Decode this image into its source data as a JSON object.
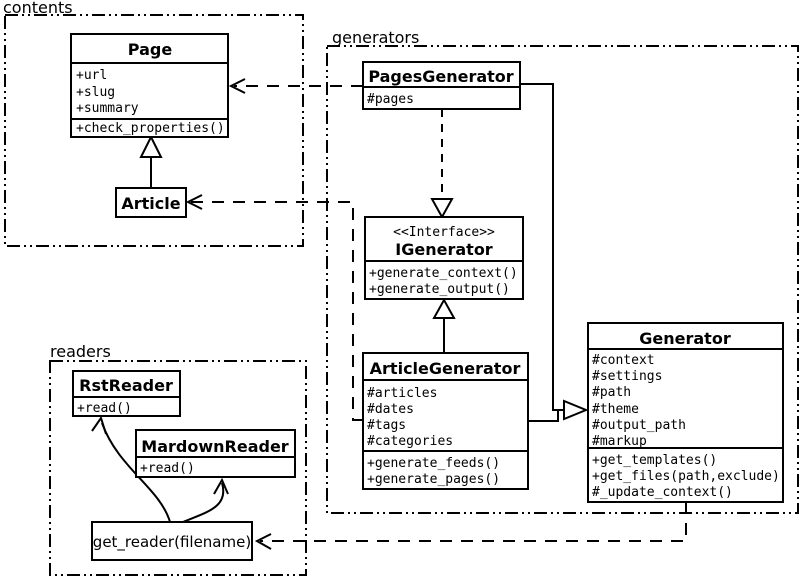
{
  "colors": {
    "background": "#ffffff",
    "line": "#000000",
    "box_fill": "#ffffff"
  },
  "packages": {
    "contents": {
      "label": "contents"
    },
    "generators": {
      "label": "generators"
    },
    "readers": {
      "label": "readers"
    }
  },
  "classes": {
    "page": {
      "name": "Page",
      "attributes": [
        "+url",
        "+slug",
        "+summary"
      ],
      "methods": [
        "+check_properties()"
      ]
    },
    "article": {
      "name": "Article",
      "attributes": [],
      "methods": []
    },
    "pages_generator": {
      "name": "PagesGenerator",
      "attributes": [
        "#pages"
      ],
      "methods": []
    },
    "igenerator": {
      "stereotype": "<<Interface>>",
      "name": "IGenerator",
      "attributes": [],
      "methods": [
        "+generate_context()",
        "+generate_output()"
      ]
    },
    "article_generator": {
      "name": "ArticleGenerator",
      "attributes": [
        "#articles",
        "#dates",
        "#tags",
        "#categories"
      ],
      "methods": [
        "+generate_feeds()",
        "+generate_pages()"
      ]
    },
    "generator": {
      "name": "Generator",
      "attributes": [
        "#context",
        "#settings",
        "#path",
        "#theme",
        "#output_path",
        "#markup"
      ],
      "methods": [
        "+get_templates()",
        "+get_files(path,exclude)",
        "#_update_context()"
      ]
    },
    "rst_reader": {
      "name": "RstReader",
      "attributes": [],
      "methods": [
        "+read()"
      ]
    },
    "mardown_reader": {
      "name": "MardownReader",
      "attributes": [],
      "methods": [
        "+read()"
      ]
    },
    "get_reader": {
      "name": "get_reader(filename)"
    }
  },
  "edges": [
    {
      "from": "Article",
      "to": "Page",
      "type": "inheritance"
    },
    {
      "from": "PagesGenerator",
      "to": "Page",
      "type": "dependency"
    },
    {
      "from": "ArticleGenerator",
      "to": "Article",
      "type": "dependency"
    },
    {
      "from": "PagesGenerator",
      "to": "IGenerator",
      "type": "realization"
    },
    {
      "from": "ArticleGenerator",
      "to": "IGenerator",
      "type": "realization"
    },
    {
      "from": "PagesGenerator",
      "to": "Generator",
      "type": "inheritance"
    },
    {
      "from": "ArticleGenerator",
      "to": "Generator",
      "type": "inheritance"
    },
    {
      "from": "Generator",
      "to": "get_reader(filename)",
      "type": "dependency"
    },
    {
      "from": "get_reader(filename)",
      "to": "RstReader",
      "type": "dependency"
    },
    {
      "from": "get_reader(filename)",
      "to": "MardownReader",
      "type": "dependency"
    }
  ]
}
